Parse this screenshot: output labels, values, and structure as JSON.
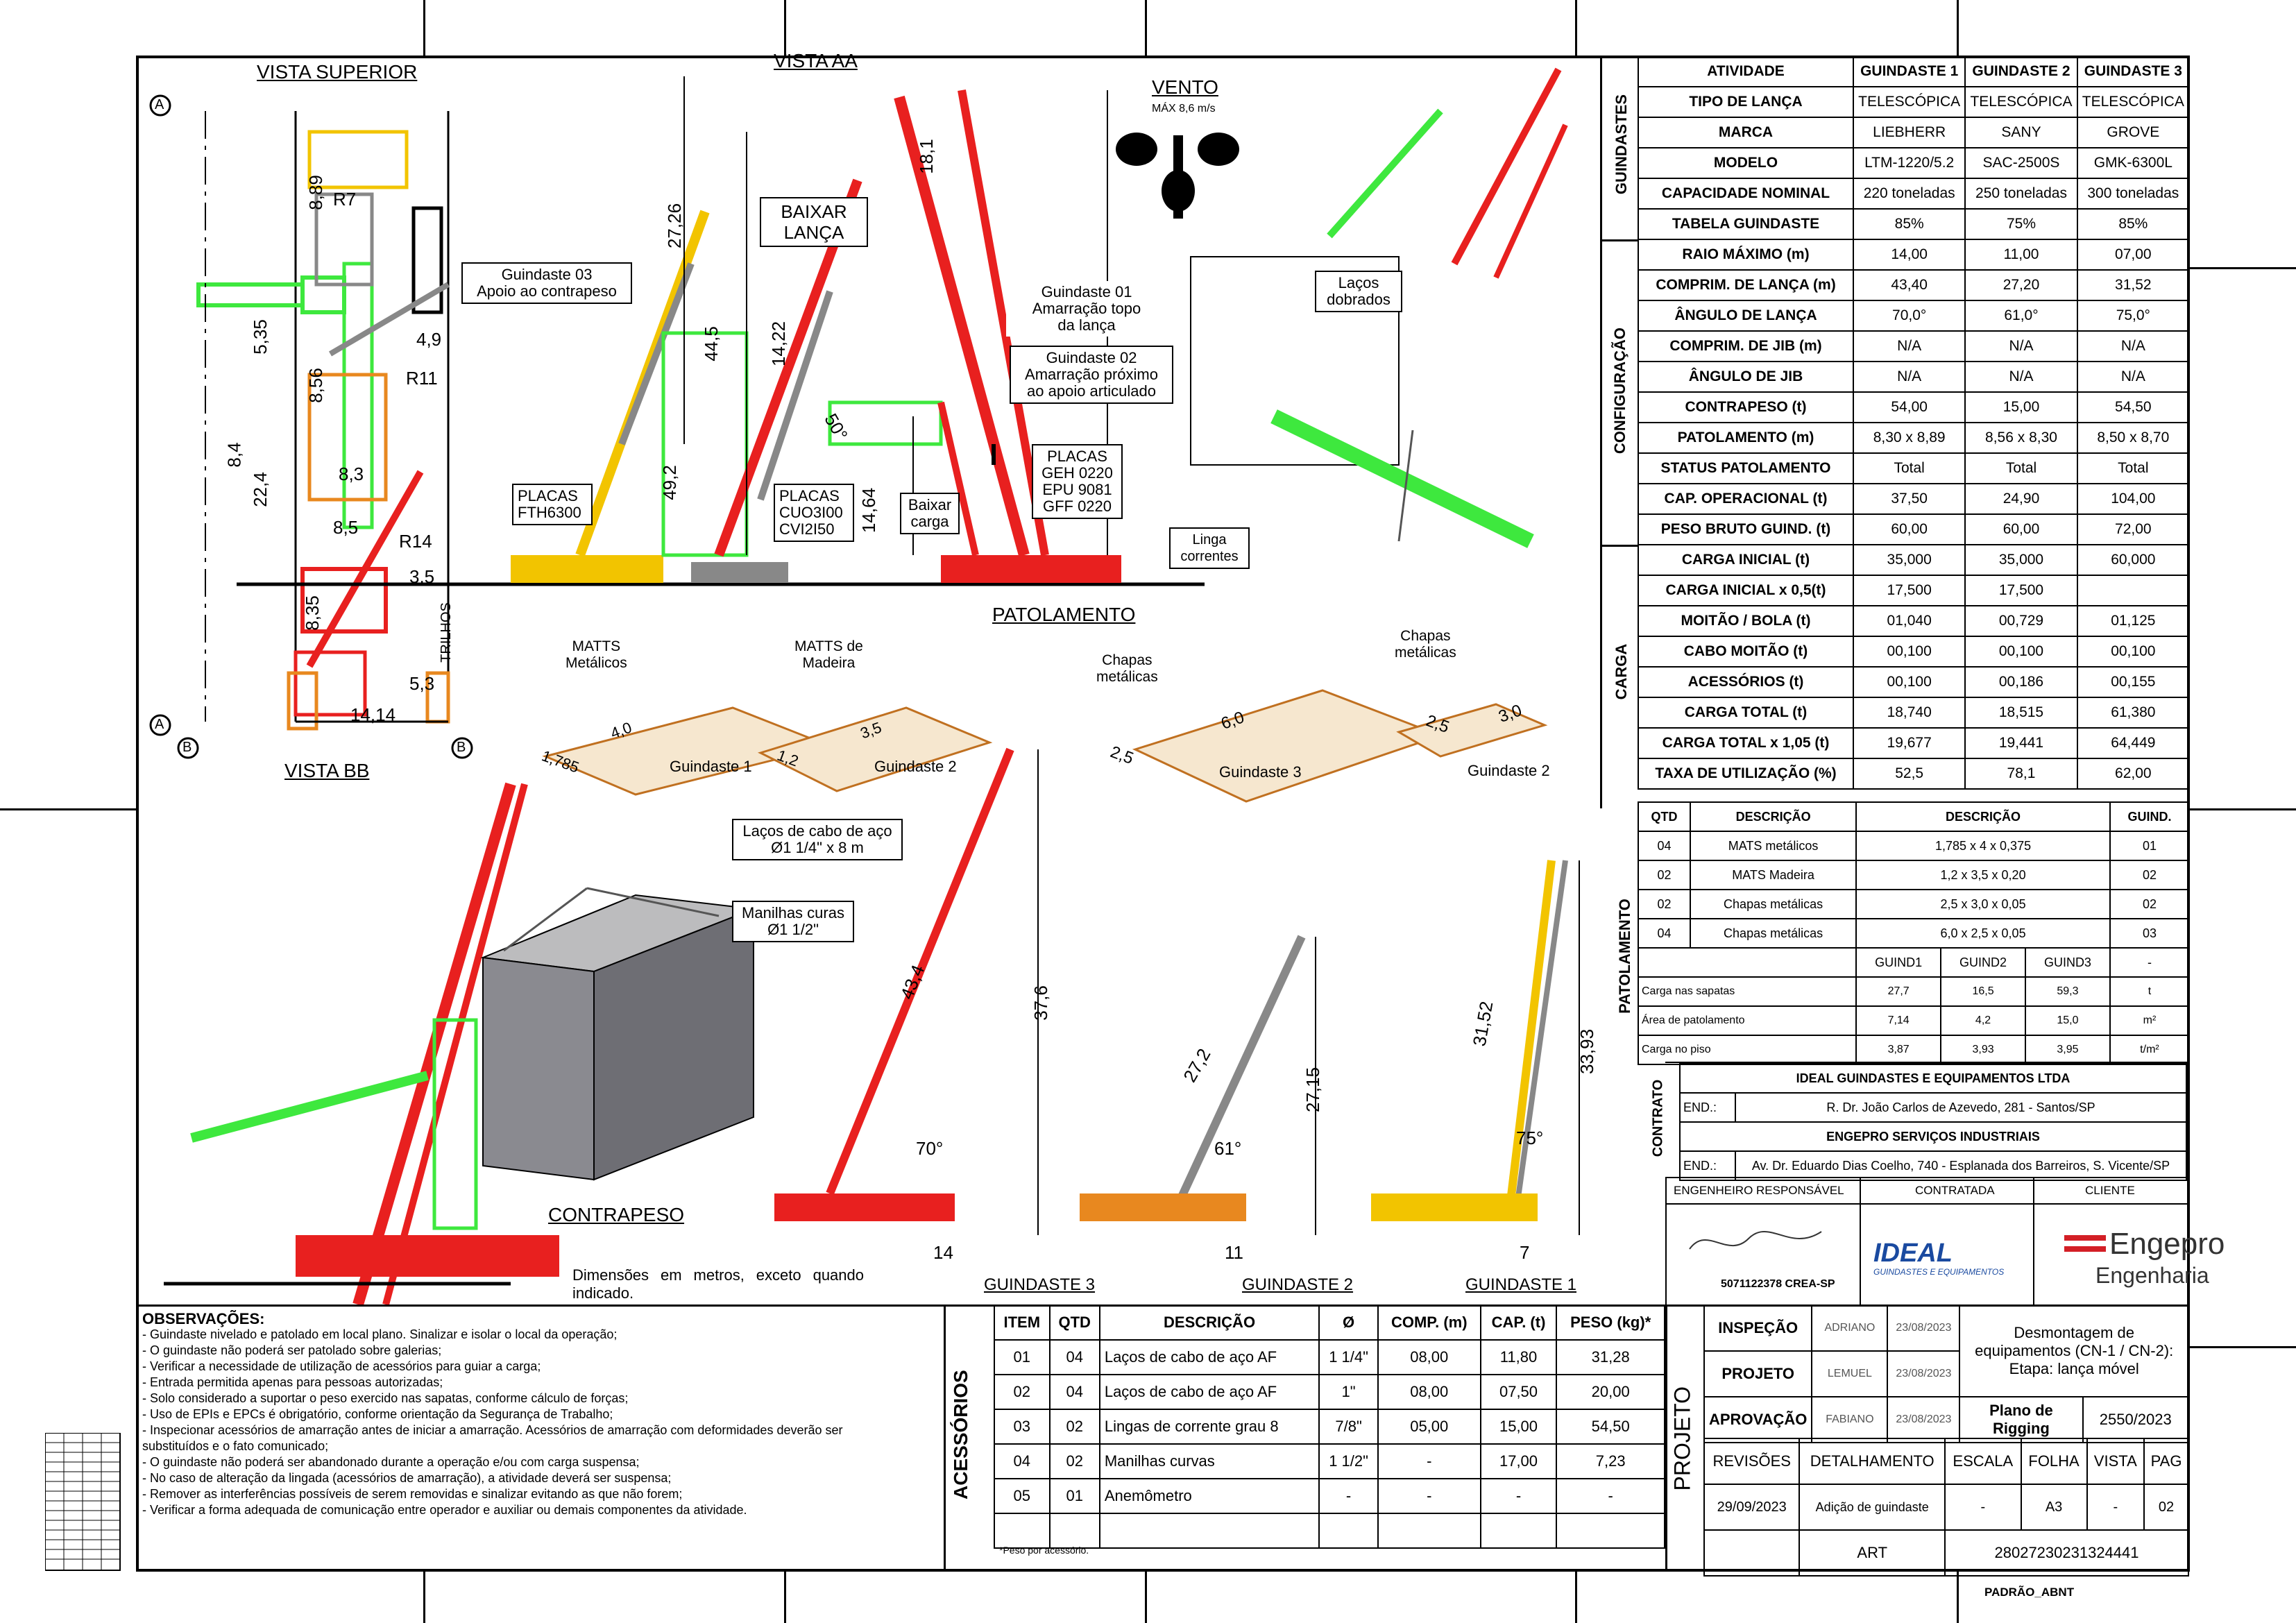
{
  "drawing": {
    "views": {
      "top": "VISTA SUPERIOR",
      "aa": "VISTA AA",
      "bb": "VISTA BB",
      "wind": "VENTO",
      "wind_max": "MÁX 8,6 m/s",
      "counterweight": "CONTRAPESO",
      "outrigger": "PATOLAMENTO"
    },
    "top_dims": [
      "8,89",
      "R7",
      "5,35",
      "4,9",
      "8,56",
      "R11",
      "8,4",
      "22,4",
      "8,3",
      "8,5",
      "R14",
      "3,5",
      "8,35",
      "5,3",
      "14,14",
      "TRILHOS"
    ],
    "section_markers": [
      "A",
      "A",
      "B",
      "B"
    ],
    "callouts": {
      "g3": "Guindaste 03\nApoio ao contrapeso",
      "lower_boom": "BAIXAR\nLANÇA",
      "g1": "Guindaste 01\nAmarração topo\nda lança",
      "g2": "Guindaste 02\nAmarração próximo\nao apoio articulado",
      "plates_a": "PLACAS\nFTH6300",
      "plates_b": "PLACAS\nCUO3I00\nCVI2I50",
      "lower_load": "Baixar\ncarga",
      "plates_c": "PLACAS\nGEH 0220\nEPU 9081\nGFF 0220",
      "loops": "Laços\ndobrados",
      "chain": "Linga\ncorrentes",
      "wire": "Laços de cabo de aço\nØ1 1/4\" x 8 m",
      "shackle": "Manilhas curas\nØ1 1/2\""
    },
    "aa_dims": [
      "27,26",
      "18,1",
      "44,5",
      "14,22",
      "49,2",
      "50°",
      "14,64"
    ],
    "mats": [
      {
        "title": "MATTS\nMetálicos",
        "dims": [
          "1,785",
          "4,0"
        ],
        "crane": "Guindaste 1"
      },
      {
        "title": "MATTS de\nMadeira",
        "dims": [
          "1,2",
          "3,5"
        ],
        "crane": "Guindaste 2"
      },
      {
        "title": "Chapas\nmetálicas",
        "dims": [
          "2,5",
          "6,0"
        ],
        "crane": "Guindaste 3"
      },
      {
        "title": "Chapas\nmetálicas",
        "dims": [
          "2,5",
          "3,0"
        ],
        "crane": "Guindaste 2"
      }
    ],
    "crane_views": [
      {
        "label": "GUINDASTE 3",
        "boom": "43,4",
        "height": "37,6",
        "angle": "70°",
        "radius": "14"
      },
      {
        "label": "GUINDASTE 2",
        "boom": "27,2",
        "height": "27,15",
        "angle": "61°",
        "radius": "11"
      },
      {
        "label": "GUINDASTE 1",
        "boom": "31,52",
        "height": "33,93",
        "angle": "75°",
        "radius": "7"
      }
    ],
    "dims_note": "Dimensões em metros, exceto quando indicado."
  },
  "cranes_table": {
    "side_labels": {
      "cranes": "GUINDASTES",
      "config": "CONFIGURAÇÃO",
      "load": "CARGA"
    },
    "rows": [
      [
        "ATIVIDADE",
        "GUINDASTE 1",
        "GUINDASTE 2",
        "GUINDASTE 3"
      ],
      [
        "TIPO DE LANÇA",
        "TELESCÓPICA",
        "TELESCÓPICA",
        "TELESCÓPICA"
      ],
      [
        "MARCA",
        "LIEBHERR",
        "SANY",
        "GROVE"
      ],
      [
        "MODELO",
        "LTM-1220/5.2",
        "SAC-2500S",
        "GMK-6300L"
      ],
      [
        "CAPACIDADE NOMINAL",
        "220 toneladas",
        "250 toneladas",
        "300 toneladas"
      ],
      [
        "TABELA GUINDASTE",
        "85%",
        "75%",
        "85%"
      ],
      [
        "RAIO MÁXIMO (m)",
        "14,00",
        "11,00",
        "07,00"
      ],
      [
        "COMPRIM. DE LANÇA (m)",
        "43,40",
        "27,20",
        "31,52"
      ],
      [
        "ÂNGULO DE LANÇA",
        "70,0°",
        "61,0°",
        "75,0°"
      ],
      [
        "COMPRIM. DE JIB (m)",
        "N/A",
        "N/A",
        "N/A"
      ],
      [
        "ÂNGULO DE JIB",
        "N/A",
        "N/A",
        "N/A"
      ],
      [
        "CONTRAPESO (t)",
        "54,00",
        "15,00",
        "54,50"
      ],
      [
        "PATOLAMENTO (m)",
        "8,30 x 8,89",
        "8,56 x 8,30",
        "8,50 x 8,70"
      ],
      [
        "STATUS PATOLAMENTO",
        "Total",
        "Total",
        "Total"
      ],
      [
        "CAP. OPERACIONAL (t)",
        "37,50",
        "24,90",
        "104,00"
      ],
      [
        "PESO BRUTO GUIND. (t)",
        "60,00",
        "60,00",
        "72,00"
      ],
      [
        "CARGA INICIAL (t)",
        "35,000",
        "35,000",
        "60,000"
      ],
      [
        "CARGA INICIAL x 0,5(t)",
        "17,500",
        "17,500",
        ""
      ],
      [
        "MOITÃO / BOLA (t)",
        "01,040",
        "00,729",
        "01,125"
      ],
      [
        "CABO MOITÃO (t)",
        "00,100",
        "00,100",
        "00,100"
      ],
      [
        "ACESSÓRIOS (t)",
        "00,100",
        "00,186",
        "00,155"
      ],
      [
        "CARGA TOTAL (t)",
        "18,740",
        "18,515",
        "61,380"
      ],
      [
        "CARGA TOTAL x 1,05 (t)",
        "19,677",
        "19,441",
        "64,449"
      ],
      [
        "TAXA DE UTILIZAÇÃO (%)",
        "52,5",
        "78,1",
        "62,00"
      ]
    ]
  },
  "outrigger_table": {
    "side": "PATOLAMENTO",
    "header": [
      "QTD",
      "DESCRIÇÃO",
      "DESCRIÇÃO",
      "GUIND."
    ],
    "rows": [
      [
        "04",
        "MATS metálicos",
        "1,785 x 4 x 0,375",
        "01"
      ],
      [
        "02",
        "MATS Madeira",
        "1,2 x 3,5 x 0,20",
        "02"
      ],
      [
        "02",
        "Chapas metálicas",
        "2,5 x 3,0 x 0,05",
        "02"
      ],
      [
        "04",
        "Chapas metálicas",
        "6,0 x 2,5 x 0,05",
        "03"
      ]
    ],
    "sub_header": [
      "GUIND1",
      "GUIND2",
      "GUIND3",
      "-"
    ],
    "calc_rows": [
      [
        "Carga nas sapatas",
        "27,7",
        "16,5",
        "59,3",
        "t"
      ],
      [
        "Área de patolamento",
        "7,14",
        "4,2",
        "15,0",
        "m²"
      ],
      [
        "Carga no piso",
        "3,87",
        "3,93",
        "3,95",
        "t/m²"
      ]
    ]
  },
  "contract": {
    "side": "CONTRATO",
    "company1": "IDEAL GUINDASTES E EQUIPAMENTOS LTDA",
    "addr_label": "END.:",
    "addr1": "R. Dr. João Carlos de Azevedo, 281 - Santos/SP",
    "company2": "ENGEPRO SERVIÇOS INDUSTRIAIS",
    "addr2": "Av. Dr. Eduardo Dias Coelho, 740 - Esplanada dos Barreiros, S. Vicente/SP",
    "engineer_label": "ENGENHEIRO RESPONSÁVEL",
    "contractor_label": "CONTRATADA",
    "client_label": "CLIENTE",
    "signature_crea": "5071122378 CREA-SP",
    "ideal_logo": "IDEAL",
    "ideal_sub": "GUINDASTES E EQUIPAMENTOS",
    "engepro_logo": "Engepro",
    "engepro_sub": "Engenharia"
  },
  "observations": {
    "title": "OBSERVAÇÕES:",
    "items": [
      "- Guindaste nivelado e patolado em local plano. Sinalizar e isolar o local da operação;",
      "- O guindaste não poderá ser patolado sobre galerias;",
      "- Verificar a necessidade de utilização de acessórios para guiar a carga;",
      "- Entrada permitida apenas para pessoas autorizadas;",
      "- Solo considerado a suportar o peso exercido nas sapatas, conforme cálculo de forças;",
      "- Uso de EPIs e EPCs é obrigatório, conforme orientação da Segurança de Trabalho;",
      "- Inspecionar acessórios de amarração antes de iniciar a amarração. Acessórios de amarração com deformidades deverão ser substituídos e o fato comunicado;",
      "- O guindaste não poderá ser abandonado durante a operação e/ou com carga suspensa;",
      "- No caso de alteração da lingada (acessórios de amarração), a atividade deverá ser suspensa;",
      "- Remover as interferências possíveis de serem removidas e sinalizar evitando as que não forem;",
      "- Verificar a forma adequada de comunicação entre operador e auxiliar ou demais componentes da atividade."
    ]
  },
  "accessories": {
    "side": "ACESSÓRIOS",
    "header": [
      "ITEM",
      "QTD",
      "DESCRIÇÃO",
      "Ø",
      "COMP. (m)",
      "CAP. (t)",
      "PESO (kg)*"
    ],
    "rows": [
      [
        "01",
        "04",
        "Laços de cabo de aço AF",
        "1 1/4\"",
        "08,00",
        "11,80",
        "31,28"
      ],
      [
        "02",
        "04",
        "Laços de cabo de aço AF",
        "1\"",
        "08,00",
        "07,50",
        "20,00"
      ],
      [
        "03",
        "02",
        "Lingas de corrente grau 8",
        "7/8\"",
        "05,00",
        "15,00",
        "54,50"
      ],
      [
        "04",
        "02",
        "Manilhas curvas",
        "1 1/2\"",
        "-",
        "17,00",
        "7,23"
      ],
      [
        "05",
        "01",
        "Anemômetro",
        "-",
        "-",
        "-",
        "-"
      ]
    ],
    "footnote": "*Peso por acessório."
  },
  "project": {
    "side": "PROJETO",
    "rows": [
      {
        "role": "INSPEÇÃO",
        "name": "ADRIANO",
        "date": "23/08/2023"
      },
      {
        "role": "PROJETO",
        "name": "LEMUEL",
        "date": "23/08/2023"
      },
      {
        "role": "APROVAÇÃO",
        "name": "FABIANO",
        "date": "23/08/2023"
      }
    ],
    "title": "Desmontagem de equipamentos (CN-1 / CN-2): Etapa: lança móvel",
    "doc_type": "Plano de Rigging",
    "doc_number": "2550/2023",
    "rev_header": [
      "REVISÕES",
      "DETALHAMENTO",
      "ESCALA",
      "FOLHA",
      "VISTA",
      "PAG"
    ],
    "rev_row": [
      "29/09/2023",
      "Adição de guindaste",
      "-",
      "A3",
      "-",
      "02"
    ],
    "art_label": "ART",
    "art_number": "28027230231324441"
  },
  "standard": "PADRÃO_ABNT",
  "colors": {
    "red": "#e8201f",
    "green": "#3ee83e",
    "yellow": "#f2c400",
    "orange": "#e8881f",
    "gray": "#888888"
  }
}
